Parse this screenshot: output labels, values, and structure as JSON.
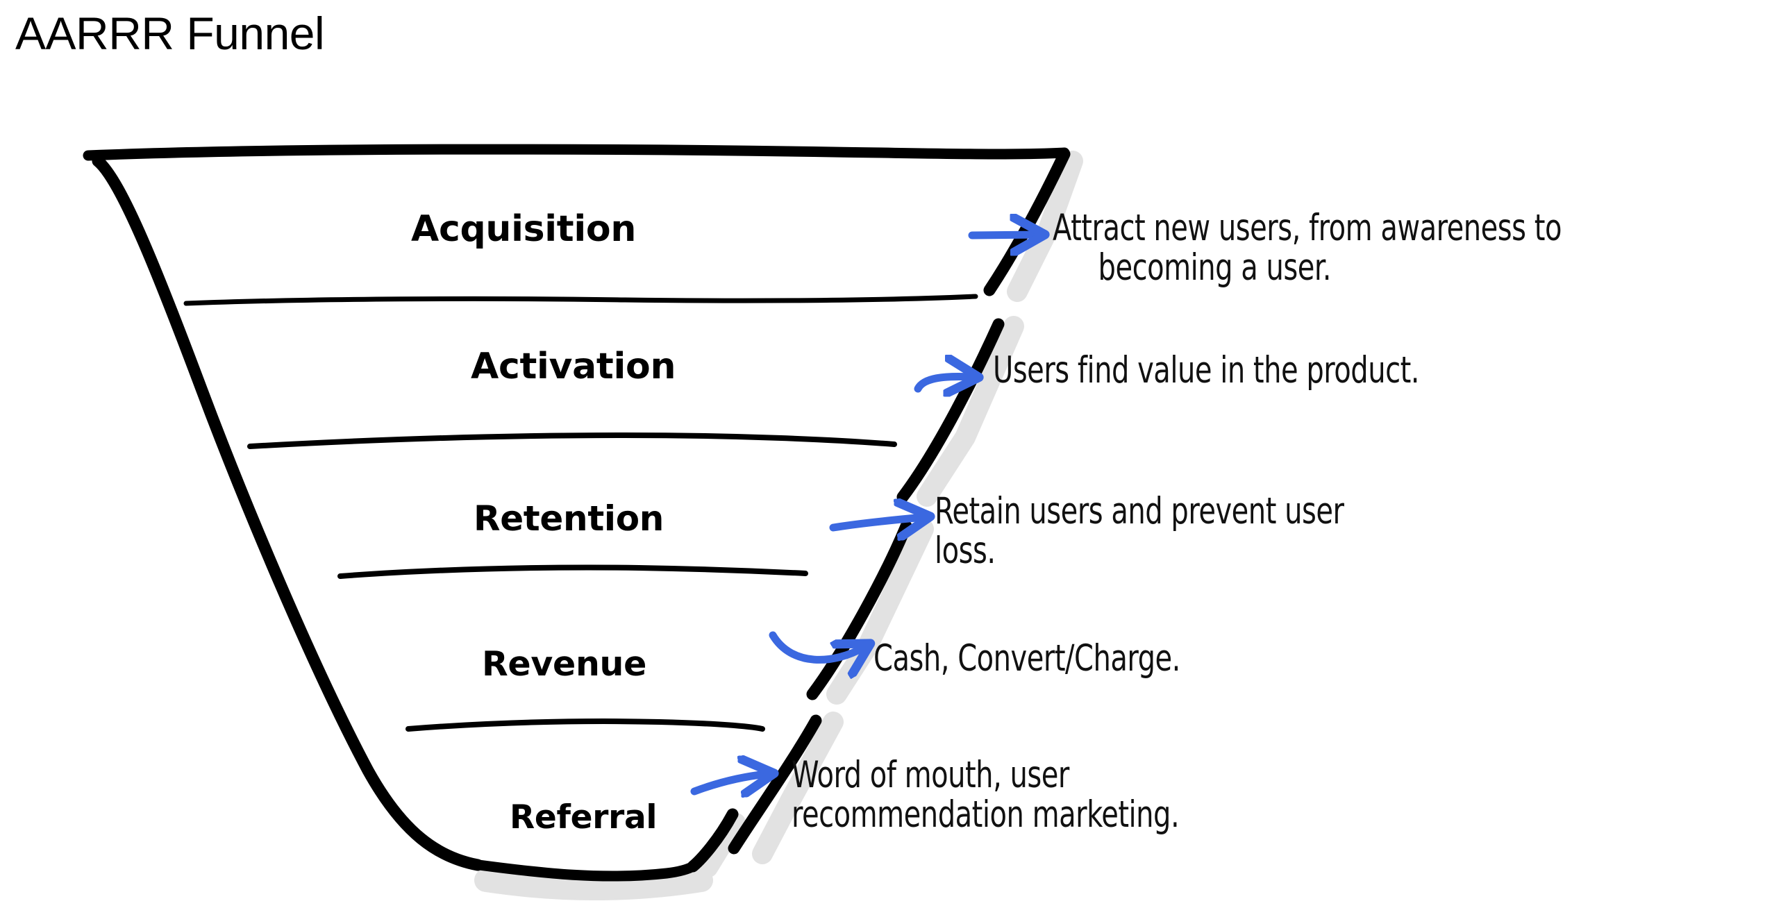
{
  "title": "AARRR Funnel",
  "colors": {
    "stroke": "#000000",
    "shadow": "#e2e2e2",
    "arrow": "#3b68e0",
    "divider": "#1a1a1a",
    "background": "#ffffff",
    "text": "#111111"
  },
  "chart_data": {
    "type": "funnel",
    "title": "AARRR Funnel",
    "stages": [
      {
        "label": "Acquisition",
        "description": "Attract new users, from awareness to becoming a user."
      },
      {
        "label": "Activation",
        "description": "Users find value in the product."
      },
      {
        "label": "Retention",
        "description": "Retain users and prevent user loss."
      },
      {
        "label": "Revenue",
        "description": "Cash, Convert/Charge."
      },
      {
        "label": "Referral",
        "description": "Word of mouth, user recommendation marketing."
      }
    ]
  },
  "funnel": {
    "stages": [
      {
        "label": "Acquisition",
        "description_line1": "Attract new users, from awareness to",
        "description_line2": "becoming a user.",
        "arrow_style": "straight"
      },
      {
        "label": "Activation",
        "description_line1": "Users find value in the product.",
        "description_line2": "",
        "arrow_style": "hooked"
      },
      {
        "label": "Retention",
        "description_line1": "Retain users and prevent user",
        "description_line2": "loss.",
        "arrow_style": "straight"
      },
      {
        "label": "Revenue",
        "description_line1": "Cash, Convert/Charge.",
        "description_line2": "",
        "arrow_style": "curved"
      },
      {
        "label": "Referral",
        "description_line1": "Word of mouth, user",
        "description_line2": "recommendation marketing.",
        "arrow_style": "straight"
      }
    ]
  }
}
